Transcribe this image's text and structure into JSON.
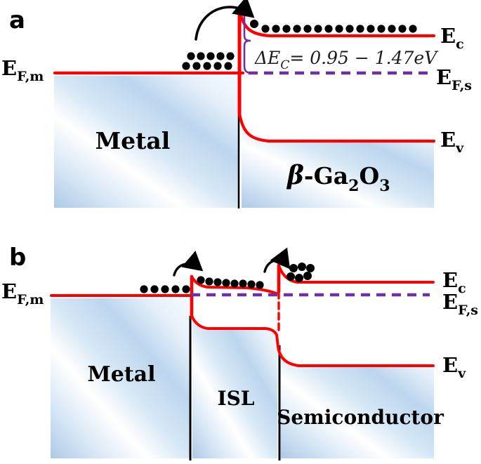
{
  "figure_title": "Metal / beta-Ga2O3 and Metal / ISL / Semiconductor band diagrams",
  "colors": {
    "band_red": "#fe0000",
    "fermi_purple": "#7030a0",
    "electron_black": "#000000",
    "interface_black": "#000000",
    "box_blue_light": "#cfe3f4",
    "box_blue_dark": "#aac9e6"
  },
  "panel_a": {
    "panel_label": "a",
    "fermi_metal": {
      "main": "E",
      "sub": "F,m"
    },
    "conduction": {
      "main": "E",
      "sub": "c"
    },
    "fermi_semi": {
      "main": "E",
      "sub": "F,s"
    },
    "valence": {
      "main": "E",
      "sub": "v"
    },
    "metal_label": "Metal",
    "semiconductor": {
      "beta": "β",
      "ga": "-Ga",
      "sub2": "2",
      "o": "O",
      "sub3": "3"
    },
    "delta": {
      "sym": "ΔE",
      "sub": "C",
      "eq": "= 0.95 − 1.47",
      "unit": "eV"
    }
  },
  "panel_b": {
    "panel_label": "b",
    "fermi_metal": {
      "main": "E",
      "sub": "F,m"
    },
    "conduction": {
      "main": "E",
      "sub": "c"
    },
    "fermi_semi": {
      "main": "E",
      "sub": "F,s"
    },
    "valence": {
      "main": "E",
      "sub": "v"
    },
    "metal_label": "Metal",
    "isl_label": "ISL",
    "semiconductor_label": "Semiconductor"
  }
}
